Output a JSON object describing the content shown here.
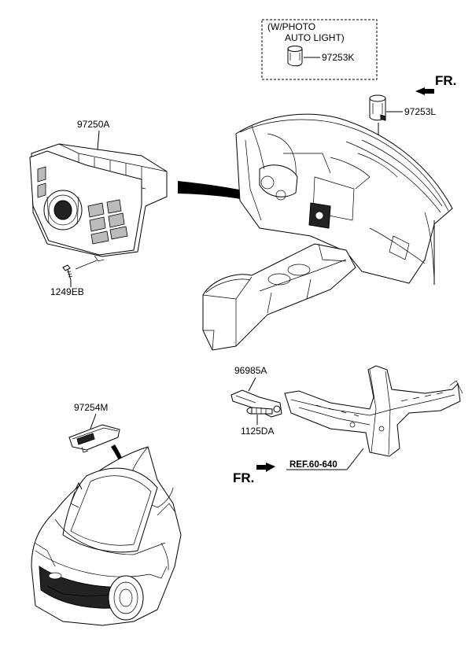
{
  "labels": {
    "photo_box_line1": "(W/PHOTO",
    "photo_box_line2": "AUTO LIGHT)",
    "part_97253K": "97253K",
    "part_97253L": "97253L",
    "part_97250A": "97250A",
    "part_1249EB": "1249EB",
    "part_96985A": "96985A",
    "part_1125DA": "1125DA",
    "part_97254M": "97254M",
    "ref": "REF.60-640",
    "fr_top": "FR.",
    "fr_bottom": "FR."
  }
}
